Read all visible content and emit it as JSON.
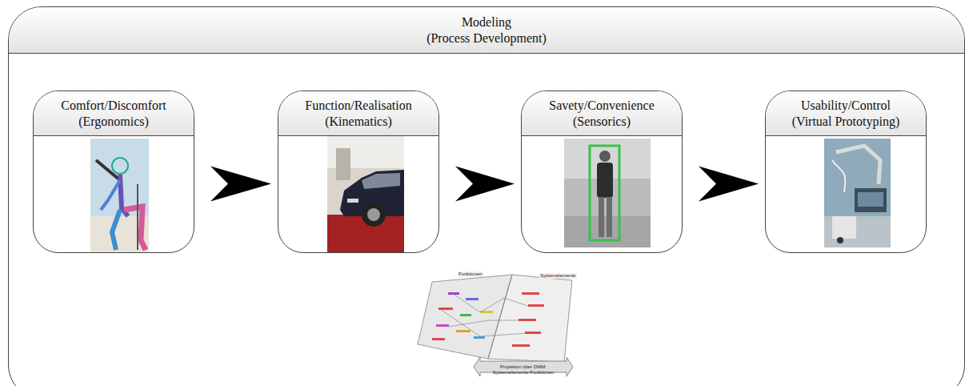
{
  "diagram": {
    "nodes": [
      {
        "text": [
          "Modeling",
          "(Process Development)"
        ]
      },
      {
        "text": [
          "Comfort/Discomfort",
          "(Ergonomics)"
        ],
        "in": 0
      },
      {
        "text": [
          "Function/Realisation",
          "(Kinematics)"
        ],
        "in": 0
      },
      {
        "text": [
          "Savety/Convenience",
          "(Sensorics)"
        ],
        "in": 0
      },
      {
        "text": [
          "Usability/Control",
          "(Virtual Prototyping)"
        ],
        "in": 0
      }
    ],
    "edges": [
      {
        "from": 1,
        "to": 2,
        "arrow": "to"
      },
      {
        "from": 2,
        "to": 3,
        "arrow": "to"
      },
      {
        "from": 3,
        "to": 4,
        "arrow": "to"
      }
    ],
    "labels": [
      "Funktionen",
      "Systemelemente",
      "Projektion über DMM: Systemelemente-Funktionen"
    ]
  }
}
